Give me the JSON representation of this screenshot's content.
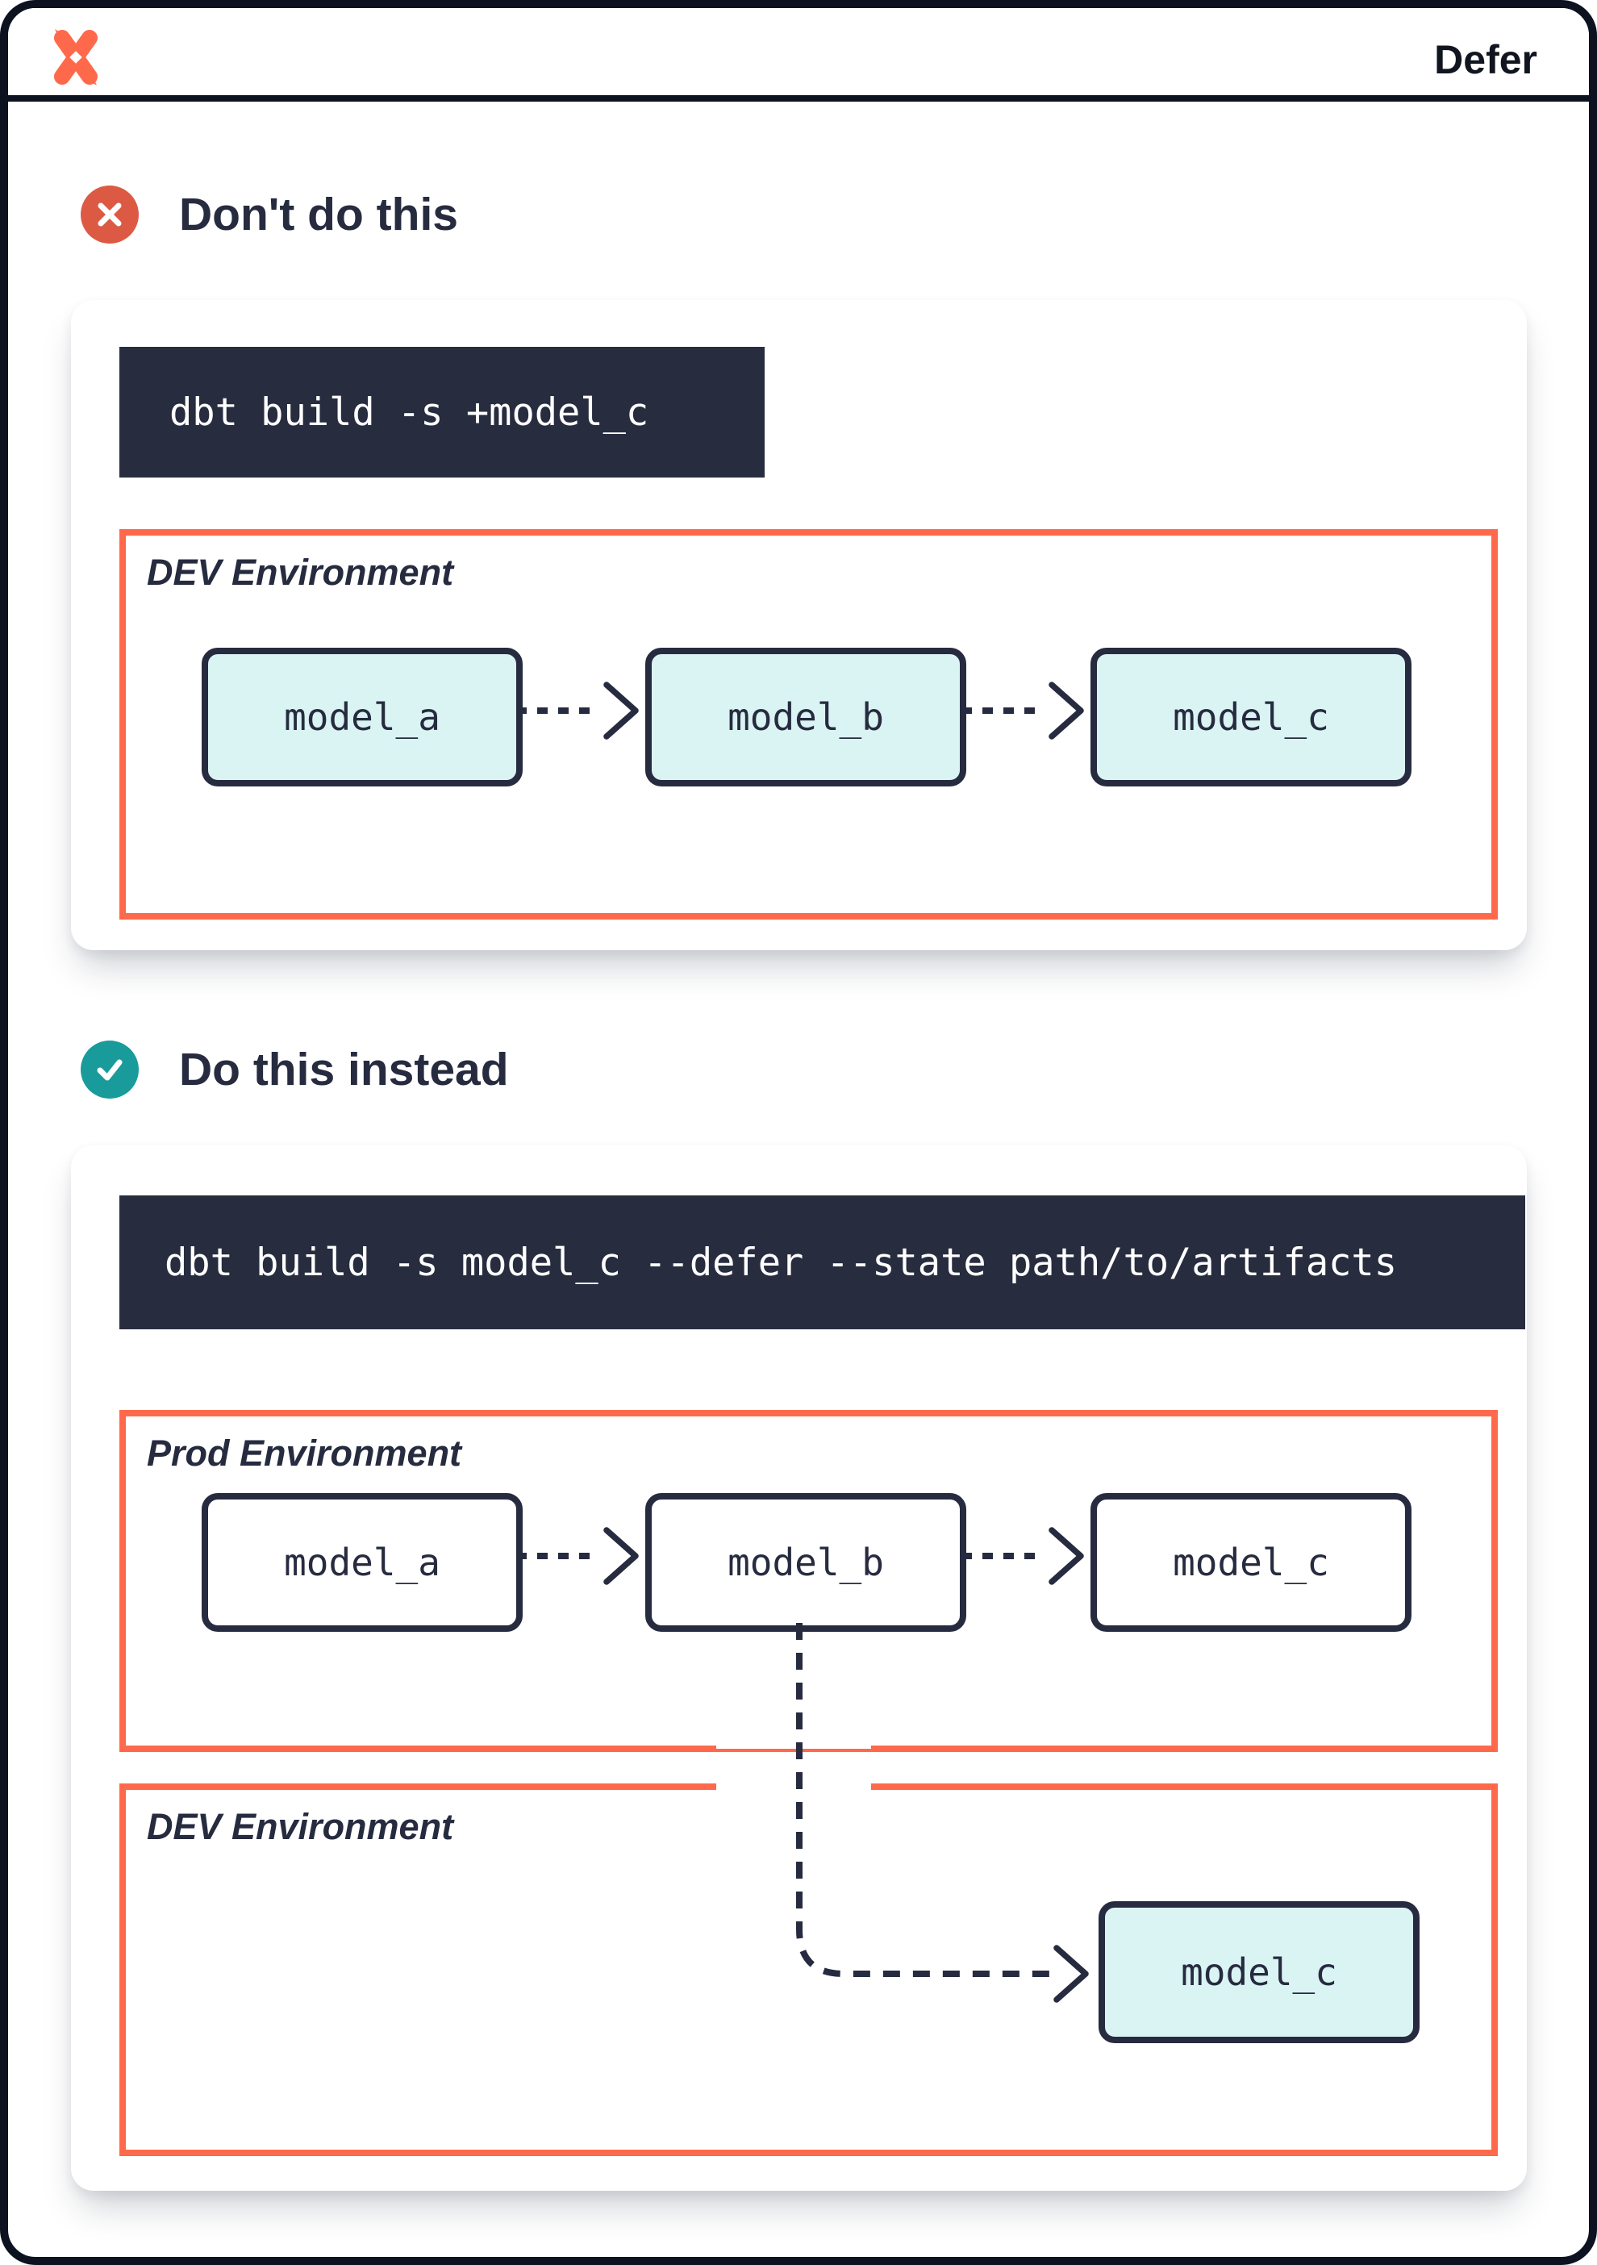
{
  "window": {
    "title": "Defer",
    "logo": "dbt-logo"
  },
  "colors": {
    "brand_orange": "#ff694b",
    "dont_badge_red": "#dc5a43",
    "do_badge_teal": "#1a9b9b",
    "navy_ink": "#262b3f",
    "code_background": "#272c3f",
    "model_fill_teal": "#daf3f3",
    "frame_black": "#0d1220"
  },
  "sections": [
    {
      "heading": "Don't do this",
      "badge": "x",
      "command": "dbt build -s +model_c",
      "environments": [
        {
          "label": "DEV Environment",
          "models": [
            {
              "name": "model_a",
              "highlighted": true
            },
            {
              "name": "model_b",
              "highlighted": true
            },
            {
              "name": "model_c",
              "highlighted": true
            }
          ]
        }
      ]
    },
    {
      "heading": "Do this instead",
      "badge": "check",
      "command": "dbt build -s model_c --defer --state path/to/artifacts",
      "environments": [
        {
          "label": "Prod Environment",
          "models": [
            {
              "name": "model_a",
              "highlighted": false
            },
            {
              "name": "model_b",
              "highlighted": false
            },
            {
              "name": "model_c",
              "highlighted": false
            }
          ]
        },
        {
          "label": "DEV Environment",
          "models": [
            {
              "name": "model_c",
              "highlighted": true
            }
          ]
        }
      ]
    }
  ]
}
